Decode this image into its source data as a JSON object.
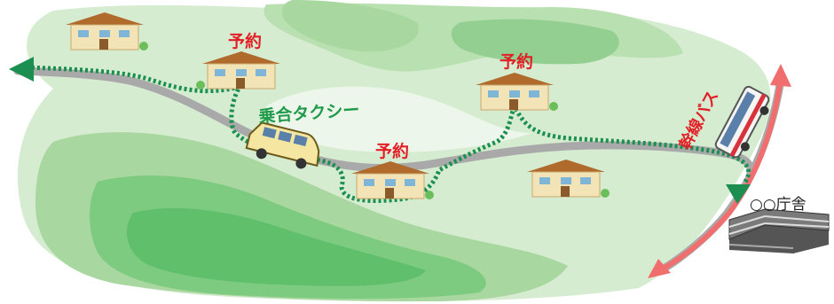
{
  "labels": {
    "reservation": "予約",
    "shared_taxi": "乗合タクシー",
    "trunk_bus": "幹線バス",
    "government_office": "○○庁舎"
  },
  "colors": {
    "land_light": "#d6ecd0",
    "land_mid": "#a9d7a0",
    "land_dark": "#5fbf6a",
    "road": "#a9a9a9",
    "taxi_route": "#1f9a4a",
    "bus_route": "#f06e6e",
    "reservation_text": "#e21f26",
    "taxi_text": "#1f9a4a"
  }
}
